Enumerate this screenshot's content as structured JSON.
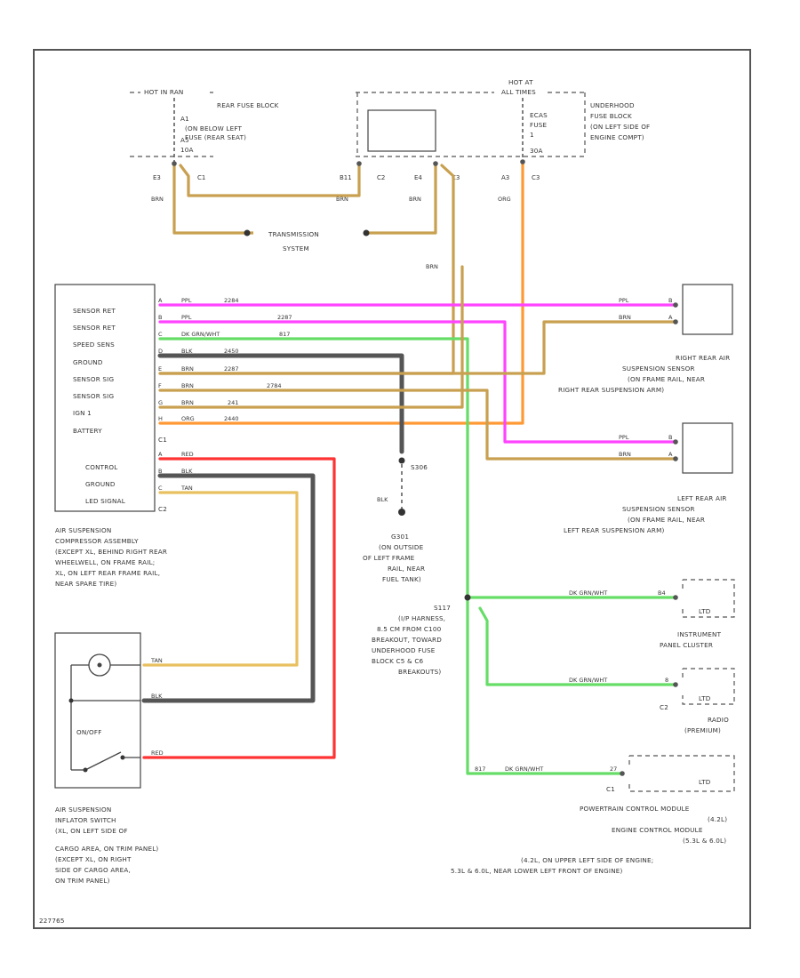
{
  "colors": {
    "ppl": "#ff44ff",
    "brn": "#c8a050",
    "dk_grn_wht": "#66dd66",
    "blk": "#4a4a4a",
    "org": "#ff9933",
    "red": "#ff3333",
    "tan": "#e8c060"
  },
  "fuse_blocks": {
    "rear": {
      "hot": "HOT IN RAN",
      "desc": [
        "REAR FUSE BLOCK",
        "(ON BELOW LEFT",
        "FUSE (REAR SEAT)"
      ],
      "fuse": [
        "A1",
        "A5",
        "10A"
      ],
      "pins": [
        "E3",
        "C1"
      ],
      "wire_color": "BRN"
    },
    "underhood": {
      "hot": [
        "HOT AT",
        "ALL TIMES"
      ],
      "desc": [
        "UNDERHOOD",
        "FUSE BLOCK",
        "(ON LEFT SIDE OF",
        "ENGINE COMPT)"
      ],
      "fuse": [
        "ECAS",
        "FUSE",
        "1",
        "30A"
      ],
      "pins_left": [
        "B11",
        "C2"
      ],
      "pins_right": [
        "E4",
        "C3"
      ],
      "pins_far": [
        "A3",
        "C3"
      ],
      "wire_colors": [
        "BRN",
        "BRN",
        "ORG"
      ]
    },
    "transmission_label": [
      "TRANSMISSION",
      "SYSTEM"
    ],
    "brn_drop_label": "BRN"
  },
  "compressor": {
    "pins_c1": [
      "SENSOR RET",
      "SENSOR RET",
      "SPEED SENS",
      "GROUND",
      "SENSOR SIG",
      "SENSOR SIG",
      "IGN 1",
      "BATTERY"
    ],
    "connector_c1": "C1",
    "pins_c2": [
      "CONTROL",
      "GROUND",
      "LED SIGNAL"
    ],
    "connector_c2": "C2",
    "desc": [
      "AIR SUSPENSION",
      "COMPRESSOR ASSEMBLY",
      "(EXCEPT XL, BEHIND RIGHT REAR",
      "WHEELWELL, ON FRAME RAIL;",
      "XL, ON LEFT REAR FRAME RAIL,",
      "NEAR SPARE TIRE)"
    ]
  },
  "wires_c1": [
    {
      "pin": "A",
      "color": "PPL",
      "circuit": "2284"
    },
    {
      "pin": "B",
      "color": "PPL",
      "circuit": "2287"
    },
    {
      "pin": "C",
      "color": "DK GRN/WHT",
      "circuit": "817"
    },
    {
      "pin": "D",
      "color": "BLK",
      "circuit": "2450"
    },
    {
      "pin": "E",
      "color": "BRN",
      "circuit": "2287"
    },
    {
      "pin": "F",
      "color": "BRN",
      "circuit": "2784"
    },
    {
      "pin": "G",
      "color": "BRN",
      "circuit": "241"
    },
    {
      "pin": "H",
      "color": "ORG",
      "circuit": "2440"
    }
  ],
  "wires_c2": [
    {
      "pin": "A",
      "color": "RED"
    },
    {
      "pin": "B",
      "color": "BLK"
    },
    {
      "pin": "C",
      "color": "TAN"
    }
  ],
  "ground": {
    "splice": "S306",
    "wire": "BLK",
    "name": "G301",
    "desc": [
      "(ON OUTSIDE",
      "OF LEFT FRAME",
      "RAIL, NEAR",
      "FUEL TANK)"
    ]
  },
  "splice_s117": {
    "name": "S117",
    "desc": [
      "(I/P HARNESS,",
      "8.5 CM FROM C100",
      "BREAKOUT, TOWARD",
      "UNDERHOOD FUSE",
      "BLOCK C5 & C6",
      "BREAKOUTS)"
    ]
  },
  "right_sensor": {
    "wires": [
      {
        "color": "PPL",
        "pin": "B"
      },
      {
        "color": "BRN",
        "pin": "A"
      }
    ],
    "desc": [
      "RIGHT REAR AIR",
      "SUSPENSION SENSOR",
      "(ON FRAME RAIL, NEAR",
      "RIGHT REAR SUSPENSION ARM)"
    ]
  },
  "left_sensor": {
    "wires": [
      {
        "color": "PPL",
        "pin": "B"
      },
      {
        "color": "BRN",
        "pin": "A"
      }
    ],
    "desc": [
      "LEFT REAR AIR",
      "SUSPENSION SENSOR",
      "(ON FRAME RAIL, NEAR",
      "LEFT REAR SUSPENSION ARM)"
    ]
  },
  "instrument_cluster": {
    "wire": "DK GRN/WHT",
    "pin": "B4",
    "inner": "LTD",
    "desc": [
      "INSTRUMENT",
      "PANEL CLUSTER"
    ]
  },
  "radio": {
    "wire": "DK GRN/WHT",
    "pin": "8",
    "connector": "C2",
    "inner": "LTD",
    "desc": [
      "RADIO",
      "(PREMIUM)"
    ]
  },
  "pcm": {
    "wire": "DK GRN/WHT",
    "circuit": "817",
    "pin": "27",
    "connector": "C1",
    "inner": "LTD",
    "desc": [
      "POWERTRAIN CONTROL MODULE",
      "(4.2L)",
      "ENGINE CONTROL MODULE",
      "(5.3L & 6.0L)",
      "(4.2L, ON UPPER LEFT SIDE OF ENGINE;",
      "5.3L & 6.0L, NEAR LOWER LEFT FRONT OF ENGINE)"
    ]
  },
  "inflator_switch": {
    "switch_label": "ON/OFF",
    "wires": [
      "TAN",
      "BLK",
      "RED"
    ],
    "desc": [
      "AIR SUSPENSION",
      "INFLATOR SWITCH",
      "(XL, ON LEFT SIDE OF",
      "CARGO AREA, ON TRIM PANEL)",
      "(EXCEPT XL, ON RIGHT",
      "SIDE OF CARGO AREA,",
      "ON TRIM PANEL)"
    ]
  },
  "figure_id": "227765"
}
